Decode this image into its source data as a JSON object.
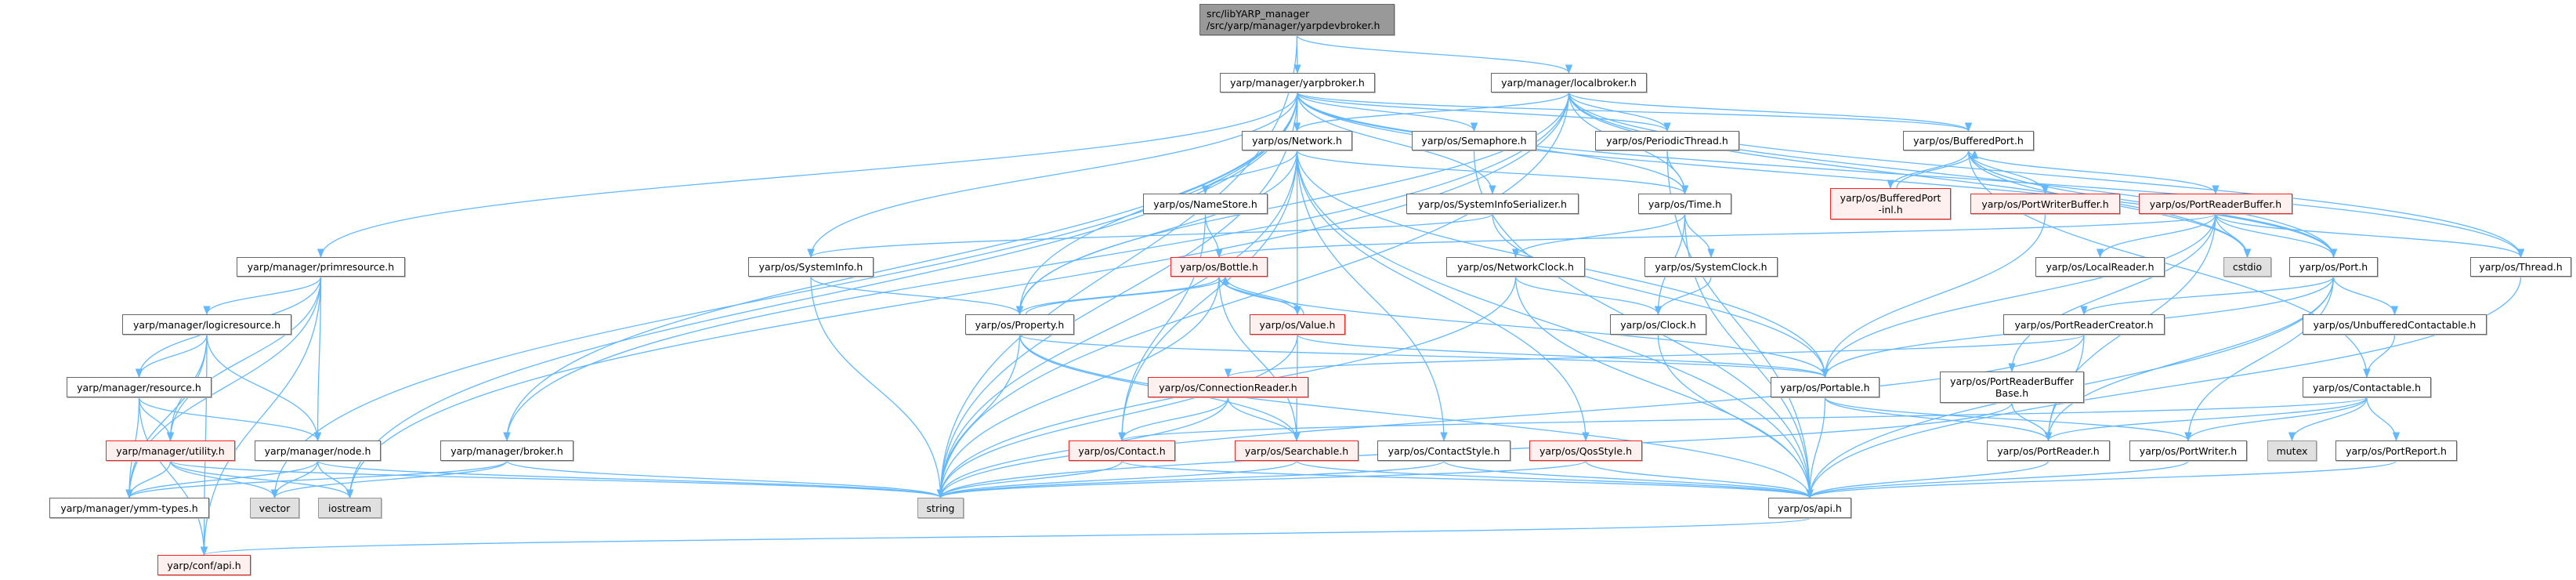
{
  "graph": {
    "edge_color": "#63b8ff",
    "nodes": {
      "root": {
        "label": "src/libYARP_manager\n/src/yarp/manager/yarpdevbroker.h",
        "kind": "root"
      },
      "yarpbroker": {
        "label": "yarp/manager/yarpbroker.h",
        "kind": "normal"
      },
      "localbroker": {
        "label": "yarp/manager/localbroker.h",
        "kind": "normal"
      },
      "primresource": {
        "label": "yarp/manager/primresource.h",
        "kind": "normal"
      },
      "logicresource": {
        "label": "yarp/manager/logicresource.h",
        "kind": "normal"
      },
      "resource": {
        "label": "yarp/manager/resource.h",
        "kind": "normal"
      },
      "utility": {
        "label": "yarp/manager/utility.h",
        "kind": "red"
      },
      "node": {
        "label": "yarp/manager/node.h",
        "kind": "normal"
      },
      "broker": {
        "label": "yarp/manager/broker.h",
        "kind": "normal"
      },
      "ymmtypes": {
        "label": "yarp/manager/ymm-types.h",
        "kind": "normal"
      },
      "vector": {
        "label": "vector",
        "kind": "gray"
      },
      "iostream": {
        "label": "iostream",
        "kind": "gray"
      },
      "confapi": {
        "label": "yarp/conf/api.h",
        "kind": "red"
      },
      "systeminfo": {
        "label": "yarp/os/SystemInfo.h",
        "kind": "normal"
      },
      "network": {
        "label": "yarp/os/Network.h",
        "kind": "normal"
      },
      "semaphore": {
        "label": "yarp/os/Semaphore.h",
        "kind": "normal"
      },
      "periodicthread": {
        "label": "yarp/os/PeriodicThread.h",
        "kind": "normal"
      },
      "namestore": {
        "label": "yarp/os/NameStore.h",
        "kind": "normal"
      },
      "sysinfoser": {
        "label": "yarp/os/SystemInfoSerializer.h",
        "kind": "normal"
      },
      "time": {
        "label": "yarp/os/Time.h",
        "kind": "normal"
      },
      "bottle": {
        "label": "yarp/os/Bottle.h",
        "kind": "red"
      },
      "networkclock": {
        "label": "yarp/os/NetworkClock.h",
        "kind": "normal"
      },
      "systemclock": {
        "label": "yarp/os/SystemClock.h",
        "kind": "normal"
      },
      "property": {
        "label": "yarp/os/Property.h",
        "kind": "normal"
      },
      "value": {
        "label": "yarp/os/Value.h",
        "kind": "red"
      },
      "clock": {
        "label": "yarp/os/Clock.h",
        "kind": "normal"
      },
      "connreader": {
        "label": "yarp/os/ConnectionReader.h",
        "kind": "red"
      },
      "contact": {
        "label": "yarp/os/Contact.h",
        "kind": "red"
      },
      "searchable": {
        "label": "yarp/os/Searchable.h",
        "kind": "red"
      },
      "contactstyle": {
        "label": "yarp/os/ContactStyle.h",
        "kind": "normal"
      },
      "qosstyle": {
        "label": "yarp/os/QosStyle.h",
        "kind": "red"
      },
      "string": {
        "label": "string",
        "kind": "gray"
      },
      "bufferedport": {
        "label": "yarp/os/BufferedPort.h",
        "kind": "normal"
      },
      "bufferedportinl": {
        "label": "yarp/os/BufferedPort\n-inl.h",
        "kind": "red"
      },
      "portwriterbuffer": {
        "label": "yarp/os/PortWriterBuffer.h",
        "kind": "red"
      },
      "portreaderbuffer": {
        "label": "yarp/os/PortReaderBuffer.h",
        "kind": "red"
      },
      "localreader": {
        "label": "yarp/os/LocalReader.h",
        "kind": "normal"
      },
      "cstdio": {
        "label": "cstdio",
        "kind": "gray"
      },
      "port": {
        "label": "yarp/os/Port.h",
        "kind": "normal"
      },
      "thread": {
        "label": "yarp/os/Thread.h",
        "kind": "normal"
      },
      "portreadercreator": {
        "label": "yarp/os/PortReaderCreator.h",
        "kind": "normal"
      },
      "unbuffered": {
        "label": "yarp/os/UnbufferedContactable.h",
        "kind": "normal"
      },
      "portable": {
        "label": "yarp/os/Portable.h",
        "kind": "normal"
      },
      "prbbase": {
        "label": "yarp/os/PortReaderBuffer\nBase.h",
        "kind": "normal"
      },
      "contactable": {
        "label": "yarp/os/Contactable.h",
        "kind": "normal"
      },
      "portreader": {
        "label": "yarp/os/PortReader.h",
        "kind": "normal"
      },
      "portwriter": {
        "label": "yarp/os/PortWriter.h",
        "kind": "normal"
      },
      "mutex": {
        "label": "mutex",
        "kind": "gray"
      },
      "portreport": {
        "label": "yarp/os/PortReport.h",
        "kind": "normal"
      },
      "osapi": {
        "label": "yarp/os/api.h",
        "kind": "normal"
      }
    },
    "edges": [
      [
        "root",
        "yarpbroker"
      ],
      [
        "root",
        "localbroker"
      ],
      [
        "root",
        "string"
      ],
      [
        "yarpbroker",
        "network"
      ],
      [
        "yarpbroker",
        "semaphore"
      ],
      [
        "yarpbroker",
        "sysinfoser"
      ],
      [
        "yarpbroker",
        "periodicthread"
      ],
      [
        "yarpbroker",
        "time"
      ],
      [
        "yarpbroker",
        "bufferedport"
      ],
      [
        "yarpbroker",
        "port"
      ],
      [
        "yarpbroker",
        "property"
      ],
      [
        "yarpbroker",
        "systeminfo"
      ],
      [
        "yarpbroker",
        "primresource"
      ],
      [
        "yarpbroker",
        "broker"
      ],
      [
        "yarpbroker",
        "string"
      ],
      [
        "yarpbroker",
        "vector"
      ],
      [
        "yarpbroker",
        "iostream"
      ],
      [
        "yarpbroker",
        "thread"
      ],
      [
        "localbroker",
        "network"
      ],
      [
        "localbroker",
        "periodicthread"
      ],
      [
        "localbroker",
        "time"
      ],
      [
        "localbroker",
        "bufferedport"
      ],
      [
        "localbroker",
        "port"
      ],
      [
        "localbroker",
        "thread"
      ],
      [
        "localbroker",
        "cstdio"
      ],
      [
        "localbroker",
        "property"
      ],
      [
        "localbroker",
        "string"
      ],
      [
        "localbroker",
        "iostream"
      ],
      [
        "localbroker",
        "broker"
      ],
      [
        "primresource",
        "logicresource"
      ],
      [
        "primresource",
        "resource"
      ],
      [
        "primresource",
        "utility"
      ],
      [
        "primresource",
        "node"
      ],
      [
        "primresource",
        "ymmtypes"
      ],
      [
        "primresource",
        "confapi"
      ],
      [
        "logicresource",
        "resource"
      ],
      [
        "logicresource",
        "utility"
      ],
      [
        "logicresource",
        "node"
      ],
      [
        "logicresource",
        "ymmtypes"
      ],
      [
        "logicresource",
        "confapi"
      ],
      [
        "resource",
        "utility"
      ],
      [
        "resource",
        "node"
      ],
      [
        "resource",
        "ymmtypes"
      ],
      [
        "resource",
        "confapi"
      ],
      [
        "utility",
        "ymmtypes"
      ],
      [
        "utility",
        "vector"
      ],
      [
        "utility",
        "iostream"
      ],
      [
        "utility",
        "string"
      ],
      [
        "node",
        "ymmtypes"
      ],
      [
        "node",
        "vector"
      ],
      [
        "node",
        "iostream"
      ],
      [
        "node",
        "string"
      ],
      [
        "broker",
        "ymmtypes"
      ],
      [
        "broker",
        "vector"
      ],
      [
        "broker",
        "string"
      ],
      [
        "network",
        "namestore"
      ],
      [
        "network",
        "contact"
      ],
      [
        "network",
        "property"
      ],
      [
        "network",
        "value"
      ],
      [
        "network",
        "portable"
      ],
      [
        "network",
        "contactstyle"
      ],
      [
        "network",
        "qosstyle"
      ],
      [
        "network",
        "time"
      ],
      [
        "network",
        "osapi"
      ],
      [
        "network",
        "string"
      ],
      [
        "namestore",
        "bottle"
      ],
      [
        "namestore",
        "contact"
      ],
      [
        "sysinfoser",
        "systeminfo"
      ],
      [
        "sysinfoser",
        "portable"
      ],
      [
        "systeminfo",
        "property"
      ],
      [
        "systeminfo",
        "string"
      ],
      [
        "time",
        "networkclock"
      ],
      [
        "time",
        "systemclock"
      ],
      [
        "time",
        "clock"
      ],
      [
        "time",
        "osapi"
      ],
      [
        "periodicthread",
        "time"
      ],
      [
        "periodicthread",
        "osapi"
      ],
      [
        "semaphore",
        "osapi"
      ],
      [
        "bottle",
        "property"
      ],
      [
        "bottle",
        "value"
      ],
      [
        "bottle",
        "searchable"
      ],
      [
        "bottle",
        "portable"
      ],
      [
        "bottle",
        "string"
      ],
      [
        "property",
        "bottle"
      ],
      [
        "property",
        "portable"
      ],
      [
        "property",
        "searchable"
      ],
      [
        "property",
        "string"
      ],
      [
        "property",
        "osapi"
      ],
      [
        "value",
        "bottle"
      ],
      [
        "value",
        "searchable"
      ],
      [
        "value",
        "portable"
      ],
      [
        "value",
        "string"
      ],
      [
        "networkclock",
        "clock"
      ],
      [
        "networkclock",
        "osapi"
      ],
      [
        "networkclock",
        "string"
      ],
      [
        "systemclock",
        "clock"
      ],
      [
        "clock",
        "osapi"
      ],
      [
        "connreader",
        "contact"
      ],
      [
        "connreader",
        "searchable"
      ],
      [
        "connreader",
        "string"
      ],
      [
        "contact",
        "string"
      ],
      [
        "contact",
        "osapi"
      ],
      [
        "searchable",
        "string"
      ],
      [
        "searchable",
        "osapi"
      ],
      [
        "contactstyle",
        "string"
      ],
      [
        "contactstyle",
        "osapi"
      ],
      [
        "qosstyle",
        "string"
      ],
      [
        "qosstyle",
        "osapi"
      ],
      [
        "bufferedport",
        "bufferedportinl"
      ],
      [
        "bufferedportinl",
        "bufferedport"
      ],
      [
        "bufferedport",
        "portwriterbuffer"
      ],
      [
        "bufferedport",
        "portreaderbuffer"
      ],
      [
        "bufferedport",
        "port"
      ],
      [
        "bufferedport",
        "cstdio"
      ],
      [
        "bufferedport",
        "contactable"
      ],
      [
        "portwriterbuffer",
        "portable"
      ],
      [
        "portreaderbuffer",
        "bottle"
      ],
      [
        "portreaderbuffer",
        "localreader"
      ],
      [
        "portreaderbuffer",
        "cstdio"
      ],
      [
        "portreaderbuffer",
        "port"
      ],
      [
        "portreaderbuffer",
        "thread"
      ],
      [
        "portreaderbuffer",
        "prbbase"
      ],
      [
        "portreaderbuffer",
        "portreader"
      ],
      [
        "portreaderbuffer",
        "portable"
      ],
      [
        "port",
        "portreadercreator"
      ],
      [
        "port",
        "unbuffered"
      ],
      [
        "port",
        "portable"
      ],
      [
        "port",
        "portreader"
      ],
      [
        "port",
        "portwriter"
      ],
      [
        "port",
        "osapi"
      ],
      [
        "portreadercreator",
        "connreader"
      ],
      [
        "portreadercreator",
        "portreader"
      ],
      [
        "portreadercreator",
        "string"
      ],
      [
        "unbuffered",
        "contactable"
      ],
      [
        "contactable",
        "contact"
      ],
      [
        "contactable",
        "portreader"
      ],
      [
        "contactable",
        "portwriter"
      ],
      [
        "contactable",
        "mutex"
      ],
      [
        "contactable",
        "portreport"
      ],
      [
        "portable",
        "portreader"
      ],
      [
        "portable",
        "portwriter"
      ],
      [
        "portable",
        "osapi"
      ],
      [
        "prbbase",
        "portreader"
      ],
      [
        "prbbase",
        "string"
      ],
      [
        "portreader",
        "osapi"
      ],
      [
        "portwriter",
        "osapi"
      ],
      [
        "portreport",
        "osapi"
      ],
      [
        "thread",
        "osapi"
      ],
      [
        "osapi",
        "confapi"
      ]
    ]
  }
}
